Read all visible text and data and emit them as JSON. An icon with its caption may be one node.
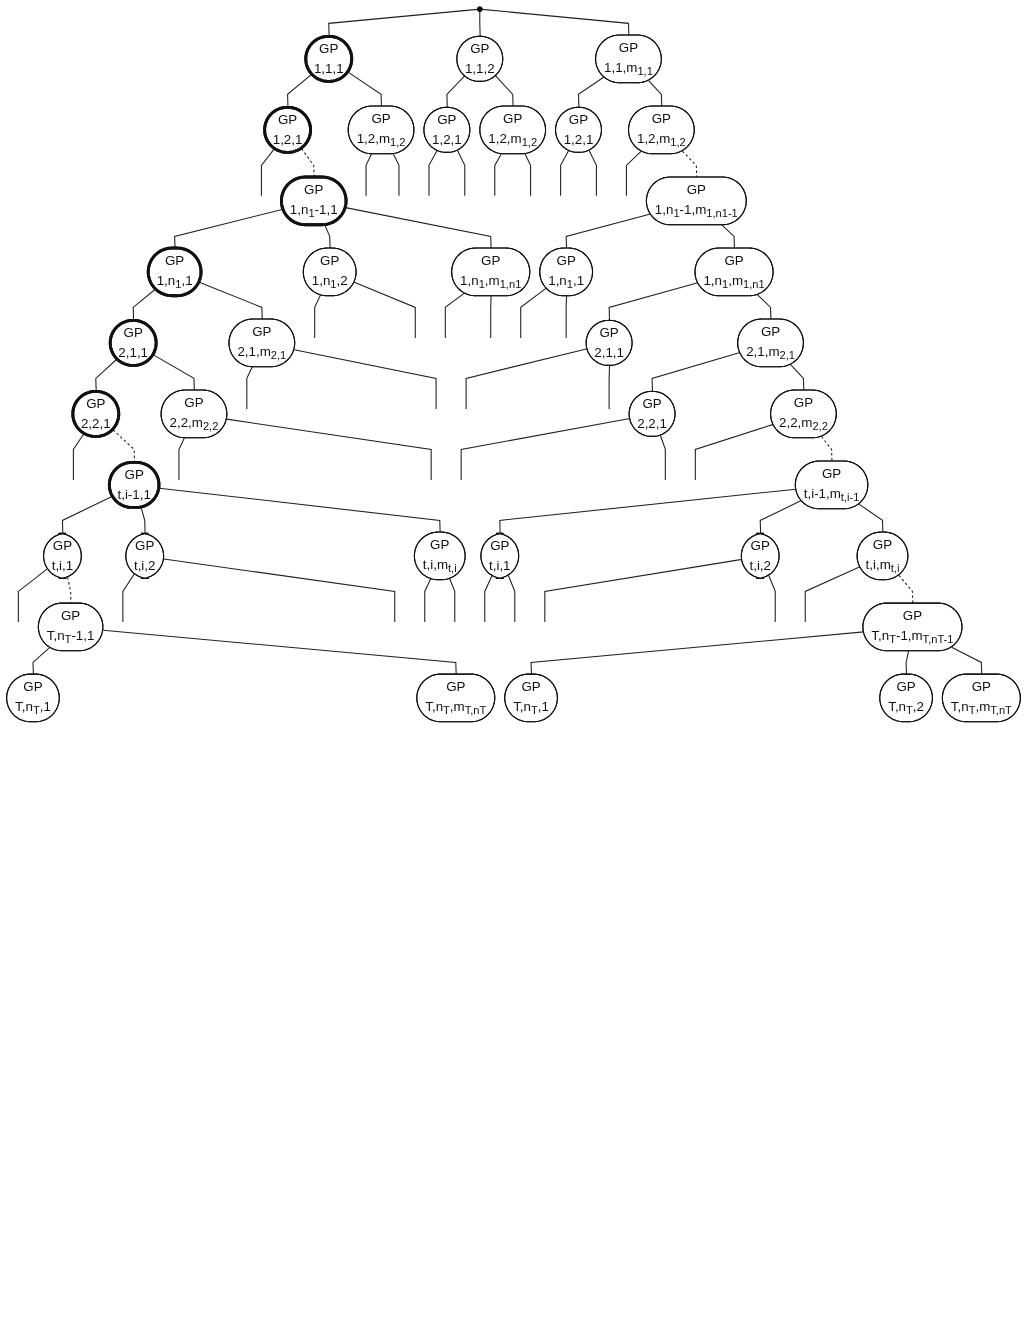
{
  "diagram": {
    "nodes": [
      {
        "text": [],
        "shape": "circle"
      },
      {
        "text": [
          "GP",
          "1,1,1"
        ]
      },
      {
        "text": [
          "GP",
          "1,1,2"
        ]
      },
      {
        "text": [
          "GP",
          "1,1,m$_{1,1}$"
        ]
      },
      {
        "text": [
          "GP",
          "1,2,1"
        ]
      },
      {
        "text": [
          "GP",
          "1,2,m$_{1,2}$"
        ]
      },
      {
        "text": [
          "GP",
          "1,2,1"
        ]
      },
      {
        "text": [
          "GP",
          "1,2,m$_{1,2}$"
        ]
      },
      {
        "text": [
          "GP",
          "1,2,1"
        ]
      },
      {
        "text": [
          "GP",
          "1,2,m$_{1,2}$"
        ]
      },
      {
        "text": [
          "GP",
          "1,n$_{1}$-1,1"
        ]
      },
      {
        "text": [
          "GP",
          "1,n$_{1}$,1"
        ]
      },
      {
        "text": [
          "GP",
          "1,n$_{1}$,2"
        ]
      },
      {
        "text": [
          "GP",
          "1,n$_{1}$,m$_{1,n1}$"
        ]
      },
      {
        "text": [
          "GP",
          "2,1,1"
        ]
      },
      {
        "text": [
          "GP",
          "2,1,m$_{2,1}$"
        ]
      },
      {
        "text": [
          "GP",
          "2,2,1"
        ]
      },
      {
        "text": [
          "GP",
          "2,2,m$_{2,2}$"
        ]
      },
      {
        "text": [
          "GP",
          "t,i-1,1"
        ]
      },
      {
        "text": [
          "GP",
          "t,i,1"
        ]
      },
      {
        "text": [
          "GP",
          "t,i,2"
        ]
      },
      {
        "text": [
          "GP",
          "t,i,m$_{t,i}$"
        ]
      },
      {
        "text": [
          "GP",
          "T,n$_{T}$-1,1"
        ]
      },
      {
        "text": [
          "GP",
          "T,n$_{T}$,1"
        ]
      },
      {
        "text": [
          "GP",
          "T,n$_{T}$,m$_{T,nT}$"
        ]
      },
      {
        "text": [
          "GP",
          "1,n$_{1}$-1,m$_{1,n1-1}$"
        ]
      },
      {
        "text": [
          "GP",
          "1,n$_{1}$,1"
        ]
      },
      {
        "text": [
          "GP",
          "1,n$_{1}$,m$_{1,n1}$"
        ]
      },
      {
        "text": [
          "GP",
          "2,1,1"
        ]
      },
      {
        "text": [
          "GP",
          "2,1,m$_{2,1}$"
        ]
      },
      {
        "text": [
          "GP",
          "2,2,1"
        ]
      },
      {
        "text": [
          "GP",
          "2,2,m$_{2,2}$"
        ]
      },
      {
        "text": [
          "GP",
          "t,i-1,m$_{t,i-1}$"
        ]
      },
      {
        "text": [
          "GP",
          "t,i,1"
        ]
      },
      {
        "text": [
          "GP",
          "t,i,2"
        ]
      },
      {
        "text": [
          "GP",
          "t,i,m$_{t,i}$"
        ]
      },
      {
        "text": [
          "GP",
          "T,n$_{T}$-1,m$_{T,nT-1}$"
        ]
      },
      {
        "text": [
          "GP",
          "T,n$_{T}$,1"
        ]
      },
      {
        "text": [
          "GP",
          "T,n$_{T}$,2"
        ]
      },
      {
        "text": [
          "GP",
          "T,n$_{T}$,m$_{T,nT}$"
        ]
      }
    ],
    "edges": [
      {
        "from": 0,
        "to": 1,
        "arrow": "none"
      },
      {
        "from": 0,
        "to": 2,
        "arrow": "none"
      },
      {
        "from": 0,
        "to": 3,
        "arrow": "none"
      },
      {
        "from": 1,
        "to": 4,
        "arrow": "none"
      },
      {
        "from": 1,
        "to": 5,
        "arrow": "none"
      },
      {
        "from": 2,
        "to": 6,
        "arrow": "none"
      },
      {
        "from": 2,
        "to": 7,
        "arrow": "none"
      },
      {
        "from": 3,
        "to": 8,
        "arrow": "none"
      },
      {
        "from": 3,
        "to": 9,
        "arrow": "none"
      },
      {
        "from": 4,
        "to": null,
        "arrow": "none"
      },
      {
        "from": 5,
        "to": null,
        "arrow": "none"
      },
      {
        "from": 5,
        "to": null,
        "arrow": "none"
      },
      {
        "from": 6,
        "to": null,
        "arrow": "none"
      },
      {
        "from": 6,
        "to": null,
        "arrow": "none"
      },
      {
        "from": 7,
        "to": null,
        "arrow": "none"
      },
      {
        "from": 7,
        "to": null,
        "arrow": "none"
      },
      {
        "from": 8,
        "to": null,
        "arrow": "none"
      },
      {
        "from": 8,
        "to": null,
        "arrow": "none"
      },
      {
        "from": 9,
        "to": null,
        "arrow": "none"
      },
      {
        "from": 4,
        "to": 10,
        "arrow": "none",
        "style": "dashed"
      },
      {
        "from": 9,
        "to": 25,
        "arrow": "none",
        "style": "dashed"
      },
      {
        "from": 10,
        "to": 11,
        "arrow": "none"
      },
      {
        "from": 10,
        "to": 12,
        "arrow": "none"
      },
      {
        "from": 10,
        "to": 13,
        "arrow": "none"
      },
      {
        "from": 12,
        "to": null,
        "arrow": "none"
      },
      {
        "from": 12,
        "to": null,
        "arrow": "none"
      },
      {
        "from": 13,
        "to": null,
        "arrow": "none"
      },
      {
        "from": 13,
        "to": null,
        "arrow": "none"
      },
      {
        "from": 11,
        "to": 14,
        "arrow": "none"
      },
      {
        "from": 11,
        "to": 15,
        "arrow": "none"
      },
      {
        "from": 15,
        "to": null,
        "arrow": "none"
      },
      {
        "from": 15,
        "to": null,
        "arrow": "none"
      },
      {
        "from": 14,
        "to": 16,
        "arrow": "none"
      },
      {
        "from": 14,
        "to": 17,
        "arrow": "none"
      },
      {
        "from": 16,
        "to": null,
        "arrow": "none"
      },
      {
        "from": 17,
        "to": null,
        "arrow": "none"
      },
      {
        "from": 17,
        "to": null,
        "arrow": "none"
      },
      {
        "from": 16,
        "to": 18,
        "arrow": "none",
        "style": "dashed"
      },
      {
        "from": 18,
        "to": 19,
        "arrow": "none"
      },
      {
        "from": 18,
        "to": 20,
        "arrow": "none"
      },
      {
        "from": 18,
        "to": 21,
        "arrow": "none"
      },
      {
        "from": 19,
        "to": null,
        "arrow": "none"
      },
      {
        "from": 20,
        "to": null,
        "arrow": "none"
      },
      {
        "from": 20,
        "to": null,
        "arrow": "none"
      },
      {
        "from": 21,
        "to": null,
        "arrow": "none"
      },
      {
        "from": 21,
        "to": null,
        "arrow": "none"
      },
      {
        "from": 19,
        "to": 22,
        "arrow": "none",
        "style": "dashed"
      },
      {
        "from": 22,
        "to": 23,
        "arrow": "none"
      },
      {
        "from": 22,
        "to": 24,
        "arrow": "none"
      },
      {
        "from": 25,
        "to": 26,
        "arrow": "none"
      },
      {
        "from": 25,
        "to": 27,
        "arrow": "none"
      },
      {
        "from": 26,
        "to": null,
        "arrow": "none"
      },
      {
        "from": 26,
        "to": null,
        "arrow": "none"
      },
      {
        "from": 27,
        "to": 28,
        "arrow": "none"
      },
      {
        "from": 27,
        "to": 29,
        "arrow": "none"
      },
      {
        "from": 28,
        "to": null,
        "arrow": "none"
      },
      {
        "from": 28,
        "to": null,
        "arrow": "none"
      },
      {
        "from": 29,
        "to": 30,
        "arrow": "none"
      },
      {
        "from": 29,
        "to": 31,
        "arrow": "none"
      },
      {
        "from": 30,
        "to": null,
        "arrow": "none"
      },
      {
        "from": 30,
        "to": null,
        "arrow": "none"
      },
      {
        "from": 31,
        "to": null,
        "arrow": "none"
      },
      {
        "from": 31,
        "to": 32,
        "arrow": "none",
        "style": "dashed"
      },
      {
        "from": 32,
        "to": 33,
        "arrow": "none"
      },
      {
        "from": 32,
        "to": 34,
        "arrow": "none"
      },
      {
        "from": 32,
        "to": 35,
        "arrow": "none"
      },
      {
        "from": 33,
        "to": null,
        "arrow": "none"
      },
      {
        "from": 33,
        "to": null,
        "arrow": "none"
      },
      {
        "from": 34,
        "to": null,
        "arrow": "none"
      },
      {
        "from": 34,
        "to": null,
        "arrow": "none"
      },
      {
        "from": 35,
        "to": null,
        "arrow": "none"
      },
      {
        "from": 35,
        "to": 36,
        "arrow": "none",
        "style": "dashed"
      },
      {
        "from": 36,
        "to": 37,
        "arrow": "none"
      },
      {
        "from": 36,
        "to": 38,
        "arrow": "none"
      },
      {
        "from": 36,
        "to": 39,
        "arrow": "none"
      }
    ]
  }
}
